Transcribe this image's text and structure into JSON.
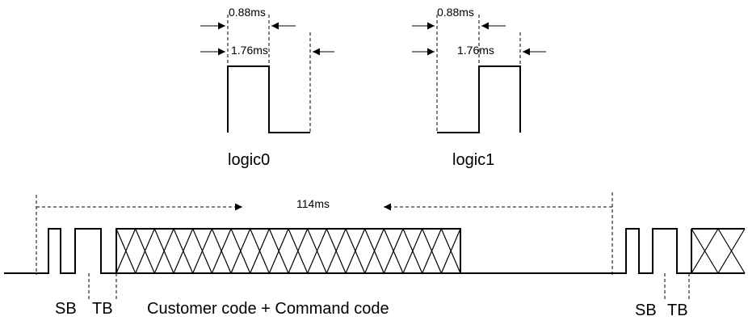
{
  "logic0": {
    "label": "logic0",
    "dim_short": "0.88ms",
    "dim_long": "1.76ms"
  },
  "logic1": {
    "label": "logic1",
    "dim_short": "0.88ms",
    "dim_long": "1.76ms"
  },
  "frame": {
    "period_label": "114ms",
    "sb_label": "SB",
    "tb_label": "TB",
    "payload_label": "Customer code + Command code",
    "sb_label_repeat": "SB",
    "tb_label_repeat": "TB"
  }
}
